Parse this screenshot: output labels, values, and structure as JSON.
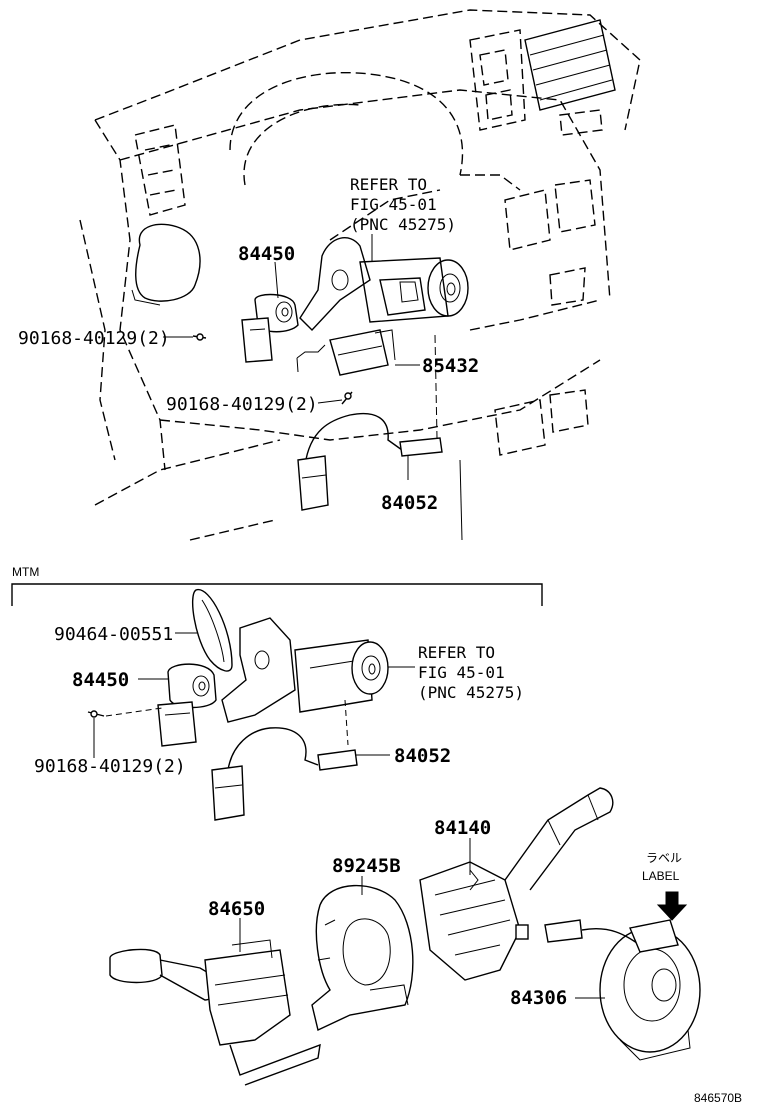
{
  "top_section": {
    "labels": {
      "p84450": "84450",
      "p85432": "85432",
      "p84052": "84052",
      "bolt_a": "90168-40129(2)",
      "bolt_b": "90168-40129(2)"
    },
    "reference": [
      "REFER TO",
      "FIG 45-01",
      "(PNC 45275)"
    ]
  },
  "mtm_section": {
    "title": "MTM",
    "labels": {
      "p90464": "90464-00551",
      "p84450": "84450",
      "p84052": "84052",
      "bolt": "90168-40129(2)"
    },
    "reference": [
      "REFER TO",
      "FIG 45-01",
      "(PNC 45275)"
    ]
  },
  "bottom_section": {
    "labels": {
      "p84140": "84140",
      "p89245b": "89245B",
      "p84650": "84650",
      "p84306": "84306",
      "label_jp": "ラベル",
      "label_en": "LABEL"
    }
  },
  "figure_id": "846570B"
}
